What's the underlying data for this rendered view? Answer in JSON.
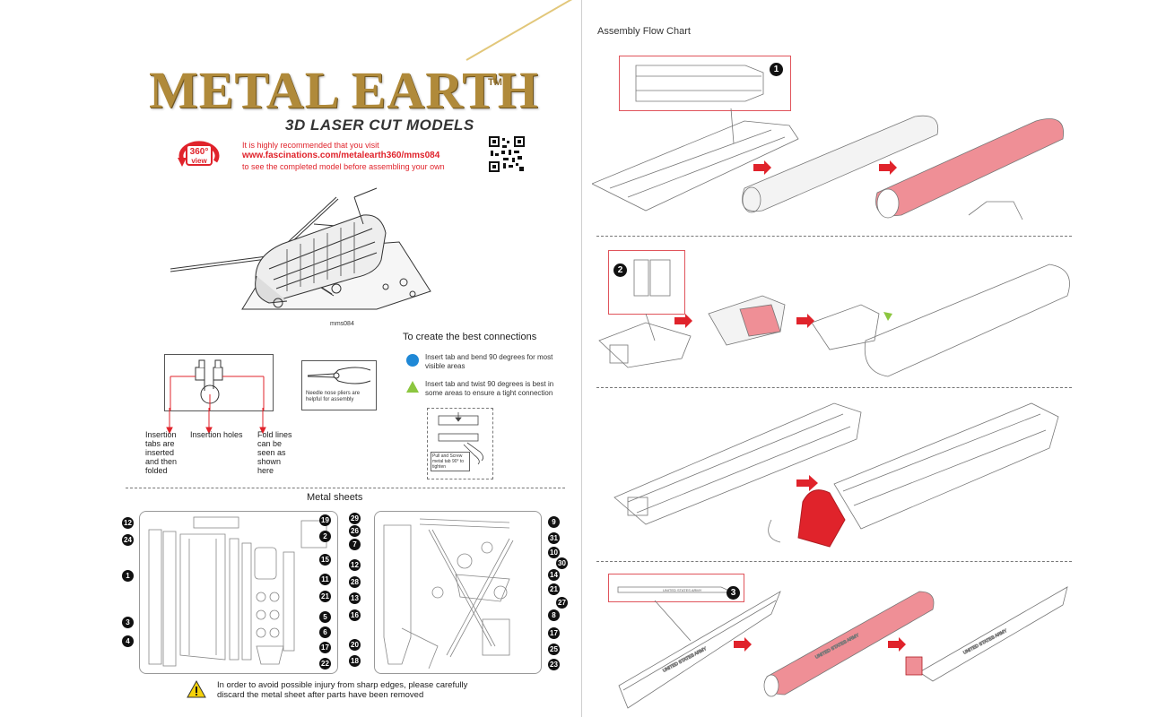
{
  "brand": {
    "title": "METAL EARTH",
    "tm": "TM",
    "subtitle": "3D LASER CUT MODELS",
    "badge_line1": "360°",
    "badge_line2": "view"
  },
  "recommendation": {
    "line1": "It is highly recommended that you visit",
    "url": "www.fascinations.com/metalearth360/mms084",
    "line3": "to see the completed model before assembling your own"
  },
  "model_code": "mms084",
  "connections": {
    "title": "To create the best connections",
    "blue_text": "Insert tab and bend 90 degrees for most visible areas",
    "green_text": "Insert tab and twist 90 degrees is best in some areas to ensure a tight connection",
    "pull_screw": "Pull and Screw metal tab 90° to tighten"
  },
  "tools": {
    "pliers_text": "Needle nose pliers are helpful for assembly"
  },
  "diagram_labels": {
    "insertion_tabs": "Insertion tabs are inserted and then folded",
    "insertion_holes": "Insertion holes",
    "fold_lines": "Fold lines can be seen as shown here"
  },
  "sheets": {
    "title": "Metal sheets",
    "left_numbers": [
      "12",
      "24",
      "1",
      "3",
      "4"
    ],
    "mid_numbers": [
      "19",
      "2",
      "15",
      "11",
      "21",
      "5",
      "6",
      "17",
      "22"
    ],
    "right_inner_numbers": [
      "29",
      "26",
      "7",
      "12",
      "28",
      "13",
      "16",
      "20",
      "18"
    ],
    "right_outer_numbers": [
      "9",
      "31",
      "10",
      "30",
      "14",
      "21",
      "27",
      "8",
      "17",
      "25",
      "23"
    ]
  },
  "warning": {
    "line1": "In order to avoid possible injury from sharp edges, please carefully",
    "line2": "discard the metal sheet after parts have been removed"
  },
  "assembly": {
    "title": "Assembly Flow Chart",
    "steps": [
      "1",
      "2",
      "3"
    ],
    "army_label": "UNITED STATES ARMY"
  },
  "colors": {
    "accent_red": "#e0232b",
    "gold": "#b08a3a",
    "blue_dot": "#1f88d6",
    "green_triangle": "#8cc63f",
    "highlight_red": "#ef8f96"
  }
}
